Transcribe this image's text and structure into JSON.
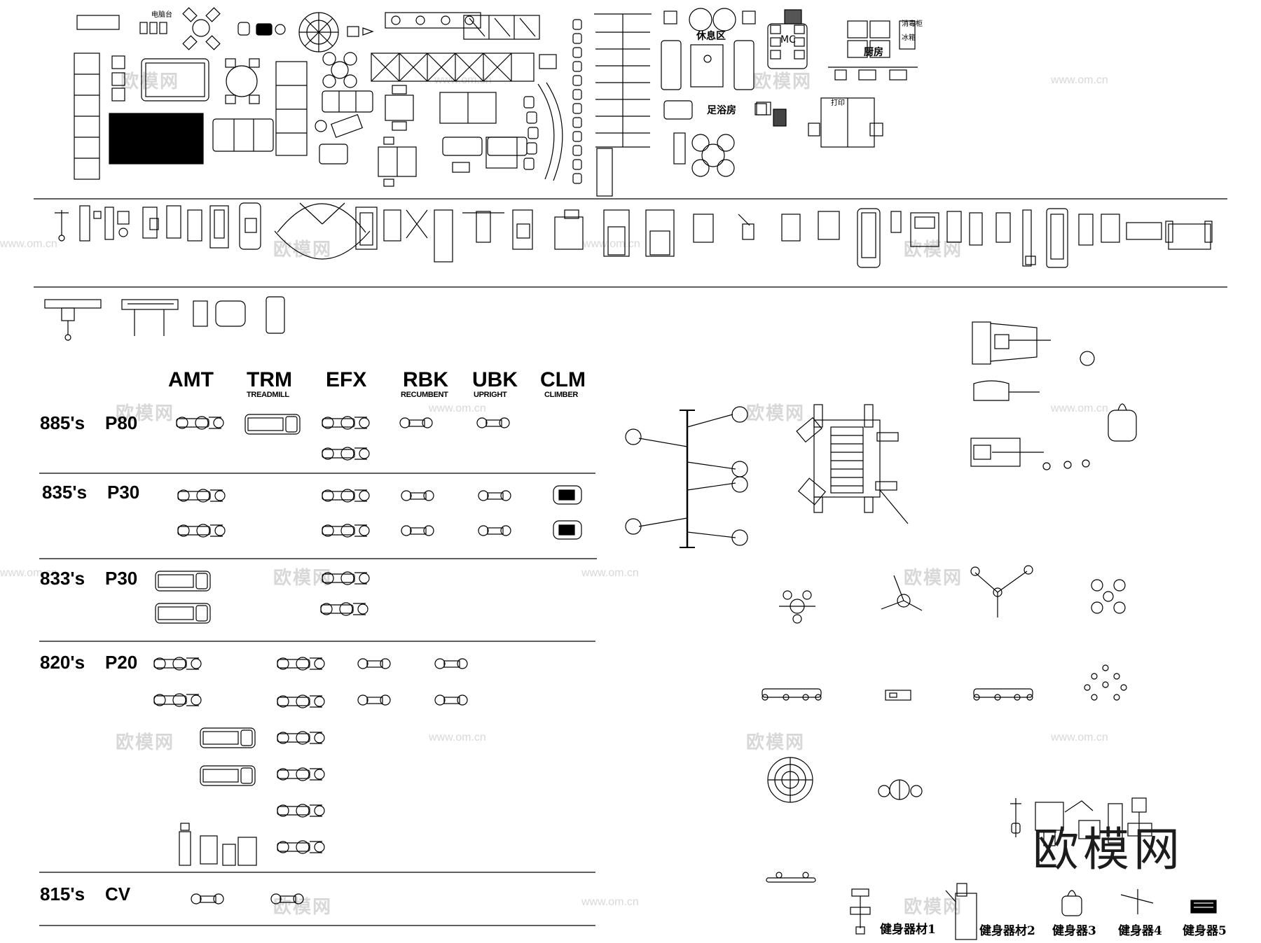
{
  "columns": [
    {
      "code": "AMT",
      "sub": ""
    },
    {
      "code": "TRM",
      "sub": "TREADMILL"
    },
    {
      "code": "EFX",
      "sub": ""
    },
    {
      "code": "RBK",
      "sub": "RECUMBENT"
    },
    {
      "code": "UBK",
      "sub": "UPRIGHT"
    },
    {
      "code": "CLM",
      "sub": "CLIMBER"
    }
  ],
  "rows": [
    {
      "series": "885's",
      "model": "P80"
    },
    {
      "series": "835's",
      "model": "P30"
    },
    {
      "series": "833's",
      "model": "P30"
    },
    {
      "series": "820's",
      "model": "P20"
    },
    {
      "series": "815's",
      "model": "CV"
    }
  ],
  "room_labels": {
    "front_desk": "电脑台",
    "lounge": "休息区",
    "foot_spa": "足浴房",
    "kitchen": "厨房",
    "print": "打印",
    "mc": "MC",
    "cabinet_a": "消毒柜",
    "cabinet_b": "冰箱"
  },
  "equipment_labels": [
    "健身器材1",
    "健身器材2",
    "健身器3",
    "健身器4",
    "健身器5"
  ],
  "watermark": {
    "brand": "欧模网",
    "url": "www.om.cn"
  }
}
